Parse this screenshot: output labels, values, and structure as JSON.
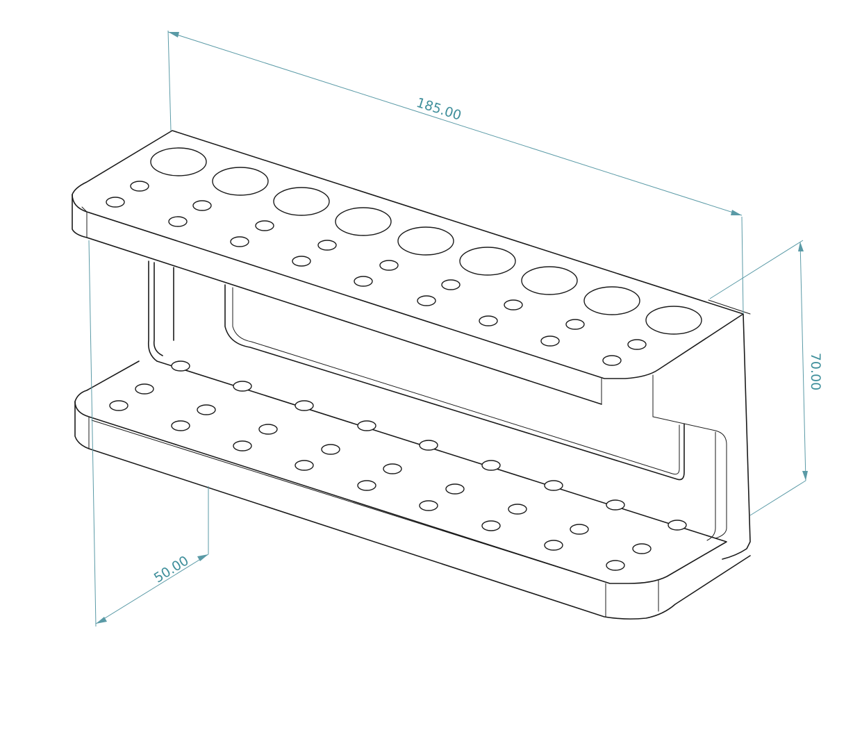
{
  "drawing": {
    "colors": {
      "object_line": "#1a1a1a",
      "dimension_line": "#5a9aa6",
      "dimension_text": "#3f8f9b",
      "background": "#ffffff"
    },
    "dimensions": {
      "length": "185.00",
      "height": "70.00",
      "depth": "50.00"
    }
  }
}
